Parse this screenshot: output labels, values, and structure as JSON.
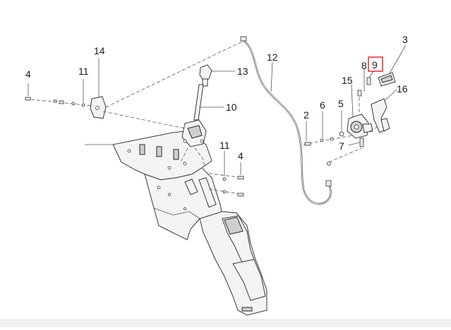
{
  "callouts": [
    {
      "id": "c2",
      "label": "2"
    },
    {
      "id": "c3",
      "label": "3"
    },
    {
      "id": "c4a",
      "label": "4"
    },
    {
      "id": "c4b",
      "label": "4"
    },
    {
      "id": "c5",
      "label": "5"
    },
    {
      "id": "c6",
      "label": "6"
    },
    {
      "id": "c7",
      "label": "7"
    },
    {
      "id": "c8",
      "label": "8"
    },
    {
      "id": "c9",
      "label": "9"
    },
    {
      "id": "c10",
      "label": "10"
    },
    {
      "id": "c11a",
      "label": "11"
    },
    {
      "id": "c11b",
      "label": "11"
    },
    {
      "id": "c12",
      "label": "12"
    },
    {
      "id": "c13",
      "label": "13"
    },
    {
      "id": "c14",
      "label": "14"
    },
    {
      "id": "c15",
      "label": "15"
    },
    {
      "id": "c16",
      "label": "16"
    }
  ],
  "highlight": {
    "callout": "9",
    "color": "#e53935"
  },
  "colors": {
    "line": "#3a3a3a",
    "panel_fill": "#f4f4f4",
    "background": "#ffffff"
  }
}
